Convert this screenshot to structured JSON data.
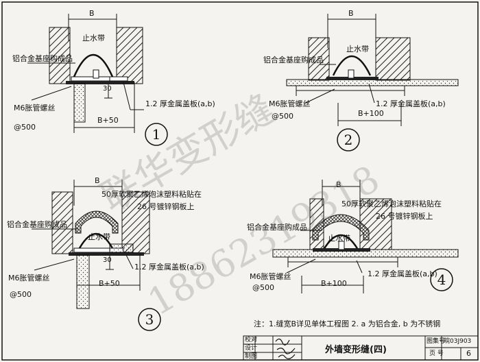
{
  "labels": {
    "B": "B",
    "waterstop": "止水带",
    "alu_base": "铝合金基座购成品",
    "bolt": "M6胀管螺丝",
    "spacing": "@500",
    "cover": "1.2  厚金属盖板(a,b)",
    "b50": "B+50",
    "b100": "B+100",
    "dim30": "30",
    "foam1": "50厚软聚乙烯泡沫塑料粘贴在",
    "foam2": "26 号镀锌钢板上"
  },
  "diagram_numbers": [
    "1",
    "2",
    "3",
    "4"
  ],
  "note": "注：1.缝宽B详见单体工程图  2. a 为铝合金, b 为不锈钢",
  "title_block": {
    "row1": "校对",
    "row2": "设计",
    "row3": "制图",
    "title": "外墙变形缝(四)",
    "atlas_label": "图集号",
    "atlas_no": "皖03J903",
    "page_label": "页 号",
    "page_no": "6"
  },
  "watermark": {
    "line1": "联华变形缝",
    "line2": "18862319318"
  }
}
